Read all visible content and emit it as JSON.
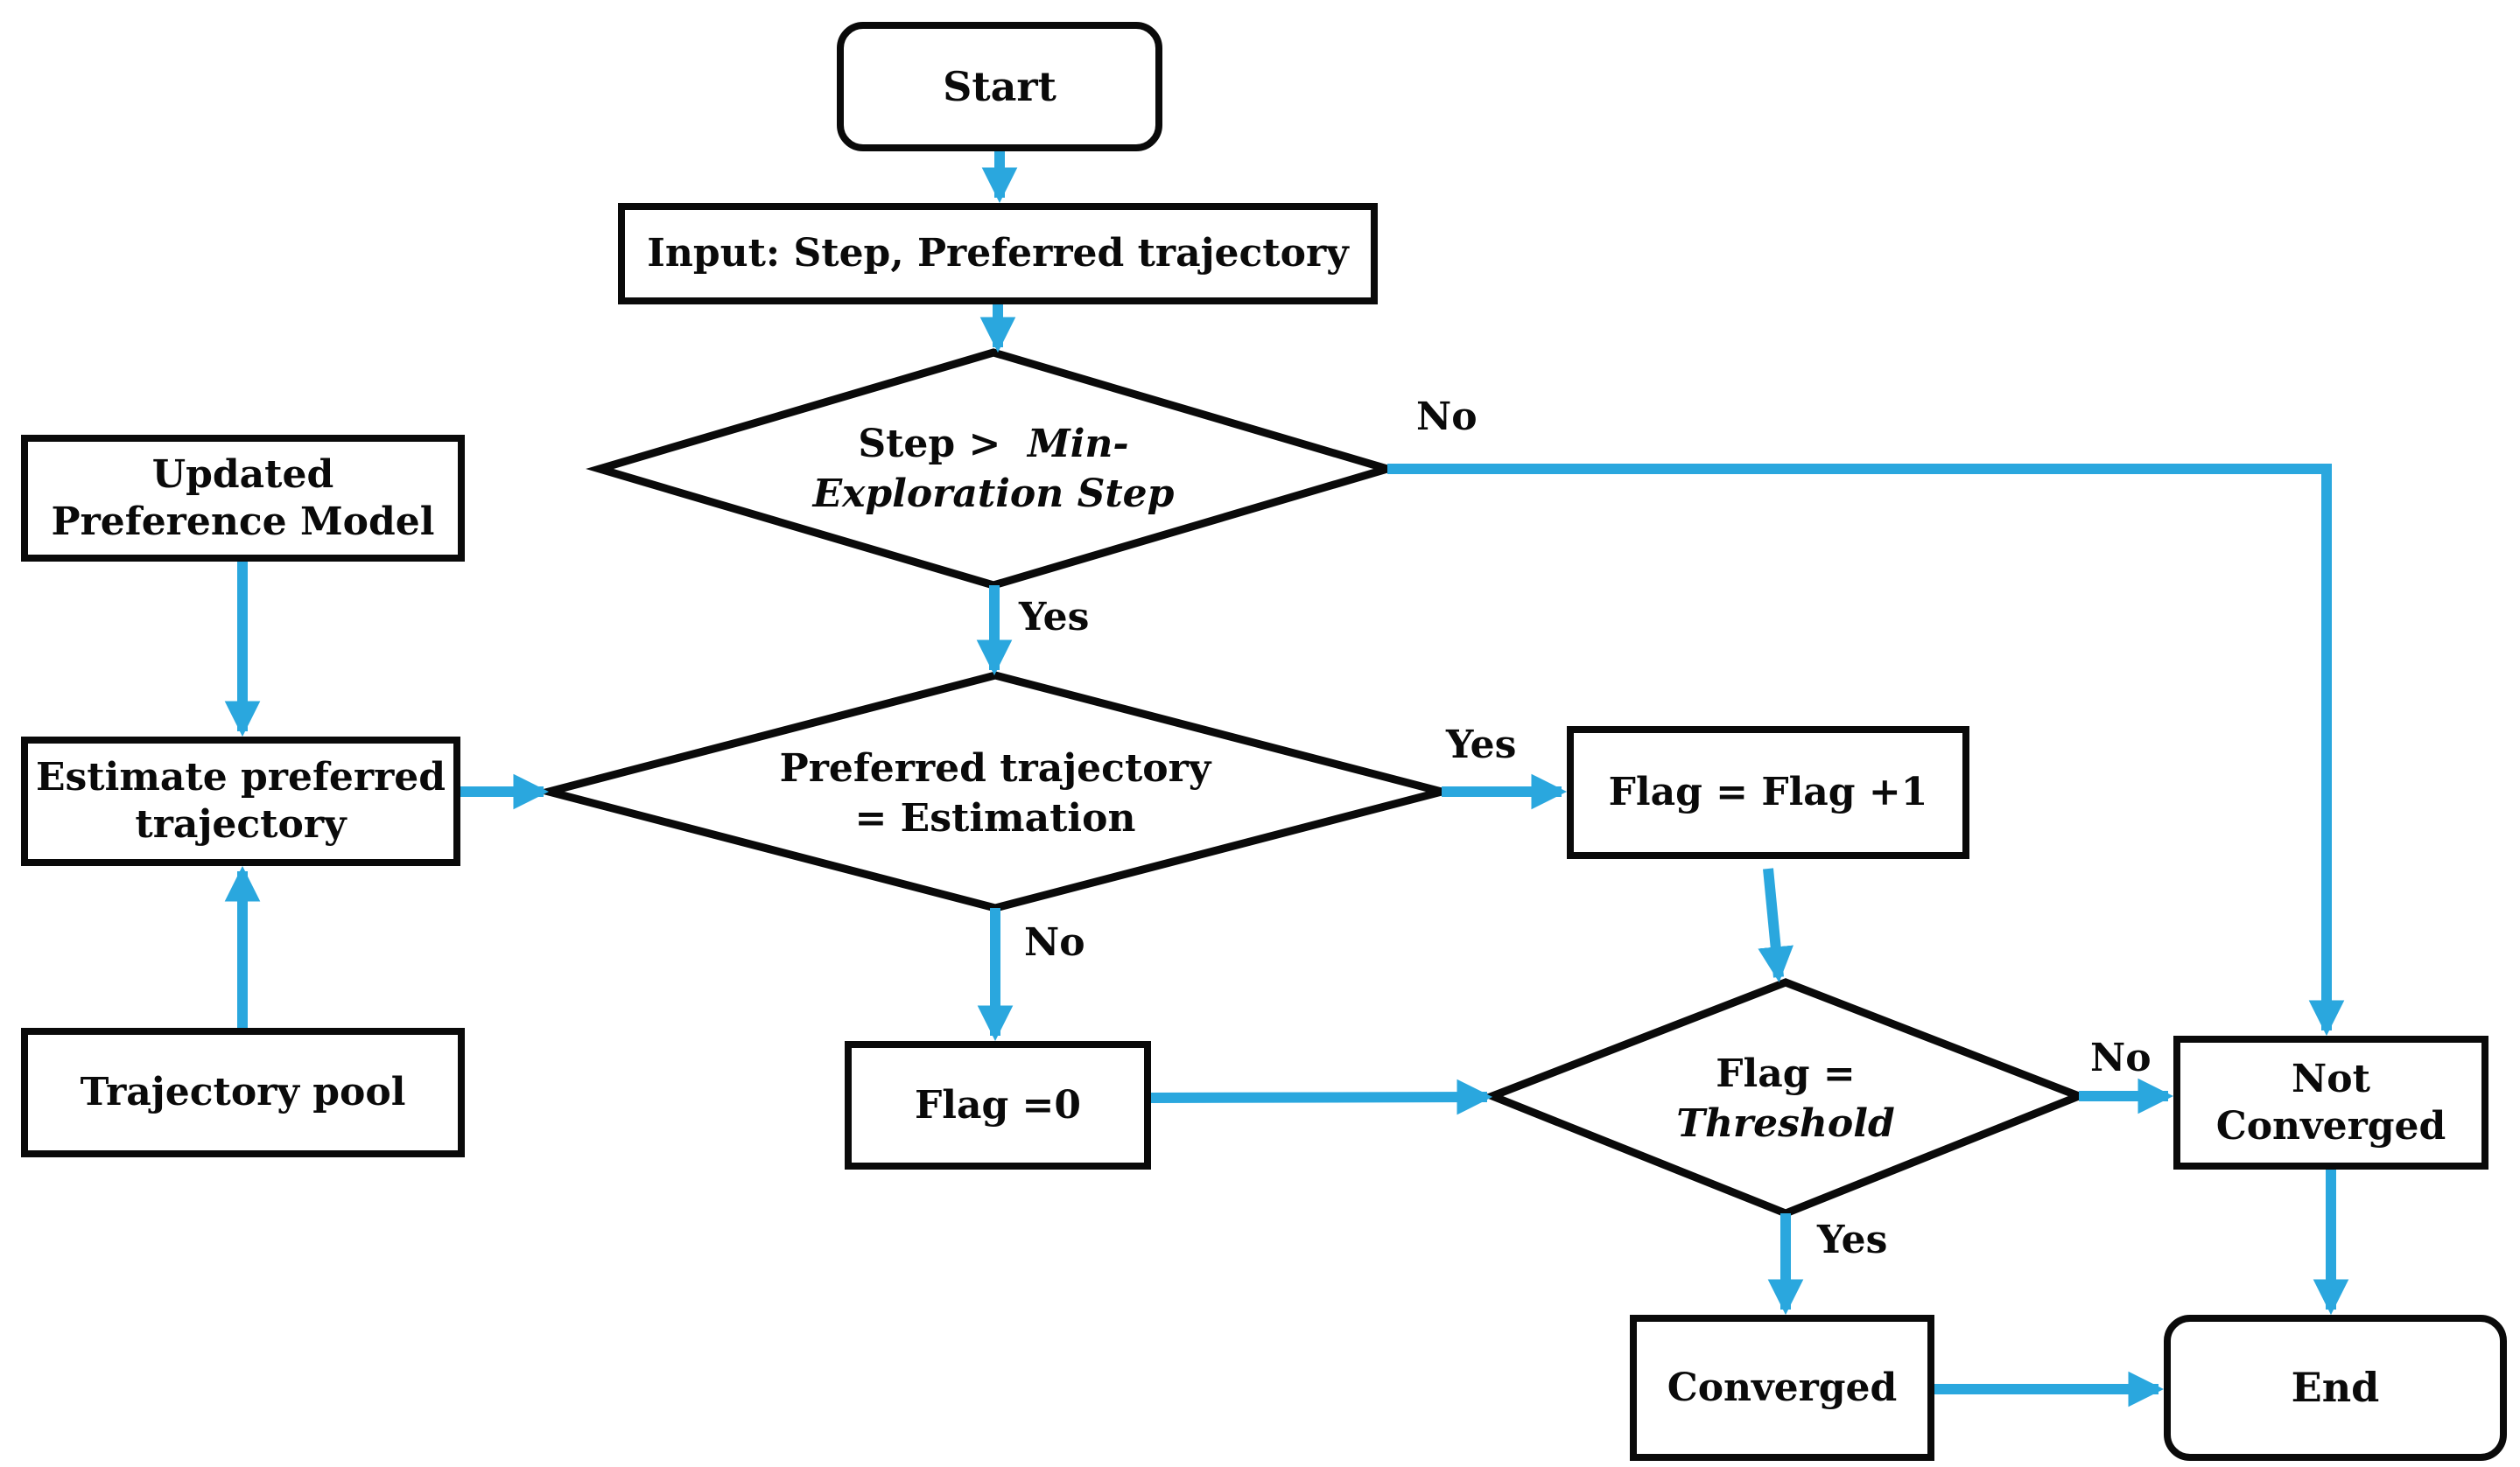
{
  "figure": "preference-convergence-flowchart",
  "colors": {
    "arrow": "#2AA7DE",
    "shape_border": "#0a0a0a",
    "background": "#ffffff",
    "text": "#0a0a0a"
  },
  "nodes": {
    "start": {
      "label": "Start"
    },
    "input": {
      "label": "Input: Step, Preferred trajectory"
    },
    "d1": {
      "l1a": "Step >",
      "l1b": "Min-",
      "l2": "Exploration Step"
    },
    "upm": {
      "line1": "Updated",
      "line2": "Preference Model"
    },
    "est": {
      "line1": "Estimate preferred",
      "line2": "trajectory"
    },
    "pool": {
      "label": "Trajectory pool"
    },
    "d2": {
      "line1": "Preferred trajectory",
      "line2": "= Estimation"
    },
    "flag_inc": {
      "label": "Flag = Flag +1"
    },
    "flag_zero": {
      "label": "Flag =0"
    },
    "d3": {
      "line1": "Flag  =",
      "line2": "Threshold"
    },
    "not_converged": {
      "line1": "Not",
      "line2": "Converged"
    },
    "converged": {
      "label": "Converged"
    },
    "end": {
      "label": "End"
    }
  },
  "edge_labels": {
    "d1_no": "No",
    "d1_yes": "Yes",
    "d2_yes": "Yes",
    "d2_no": "No",
    "d3_no": "No",
    "d3_yes": "Yes"
  }
}
